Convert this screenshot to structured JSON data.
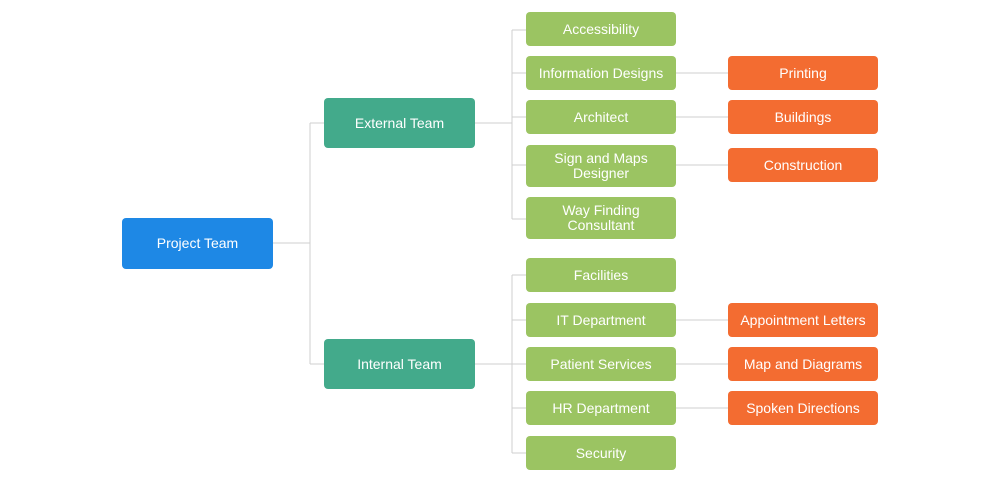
{
  "colors": {
    "root": "#1e88e5",
    "team": "#43aa8b",
    "leaf": "#9bc462",
    "output": "#f36c31",
    "connector": "#cfcfcf"
  },
  "root": {
    "label": "Project Team"
  },
  "external": {
    "label": "External Team",
    "members": [
      {
        "label": "Accessibility",
        "output": null
      },
      {
        "label": "Information Designs",
        "output": "Printing"
      },
      {
        "label": "Architect",
        "output": "Buildings"
      },
      {
        "label": "Sign and Maps\nDesigner",
        "output": "Construction"
      },
      {
        "label": "Way Finding\nConsultant",
        "output": null
      }
    ]
  },
  "internal": {
    "label": "Internal Team",
    "members": [
      {
        "label": "Facilities",
        "output": null
      },
      {
        "label": "IT Department",
        "output": "Appointment Letters"
      },
      {
        "label": "Patient Services",
        "output": "Map and Diagrams"
      },
      {
        "label": "HR Department",
        "output": "Spoken Directions"
      },
      {
        "label": "Security",
        "output": null
      }
    ]
  }
}
